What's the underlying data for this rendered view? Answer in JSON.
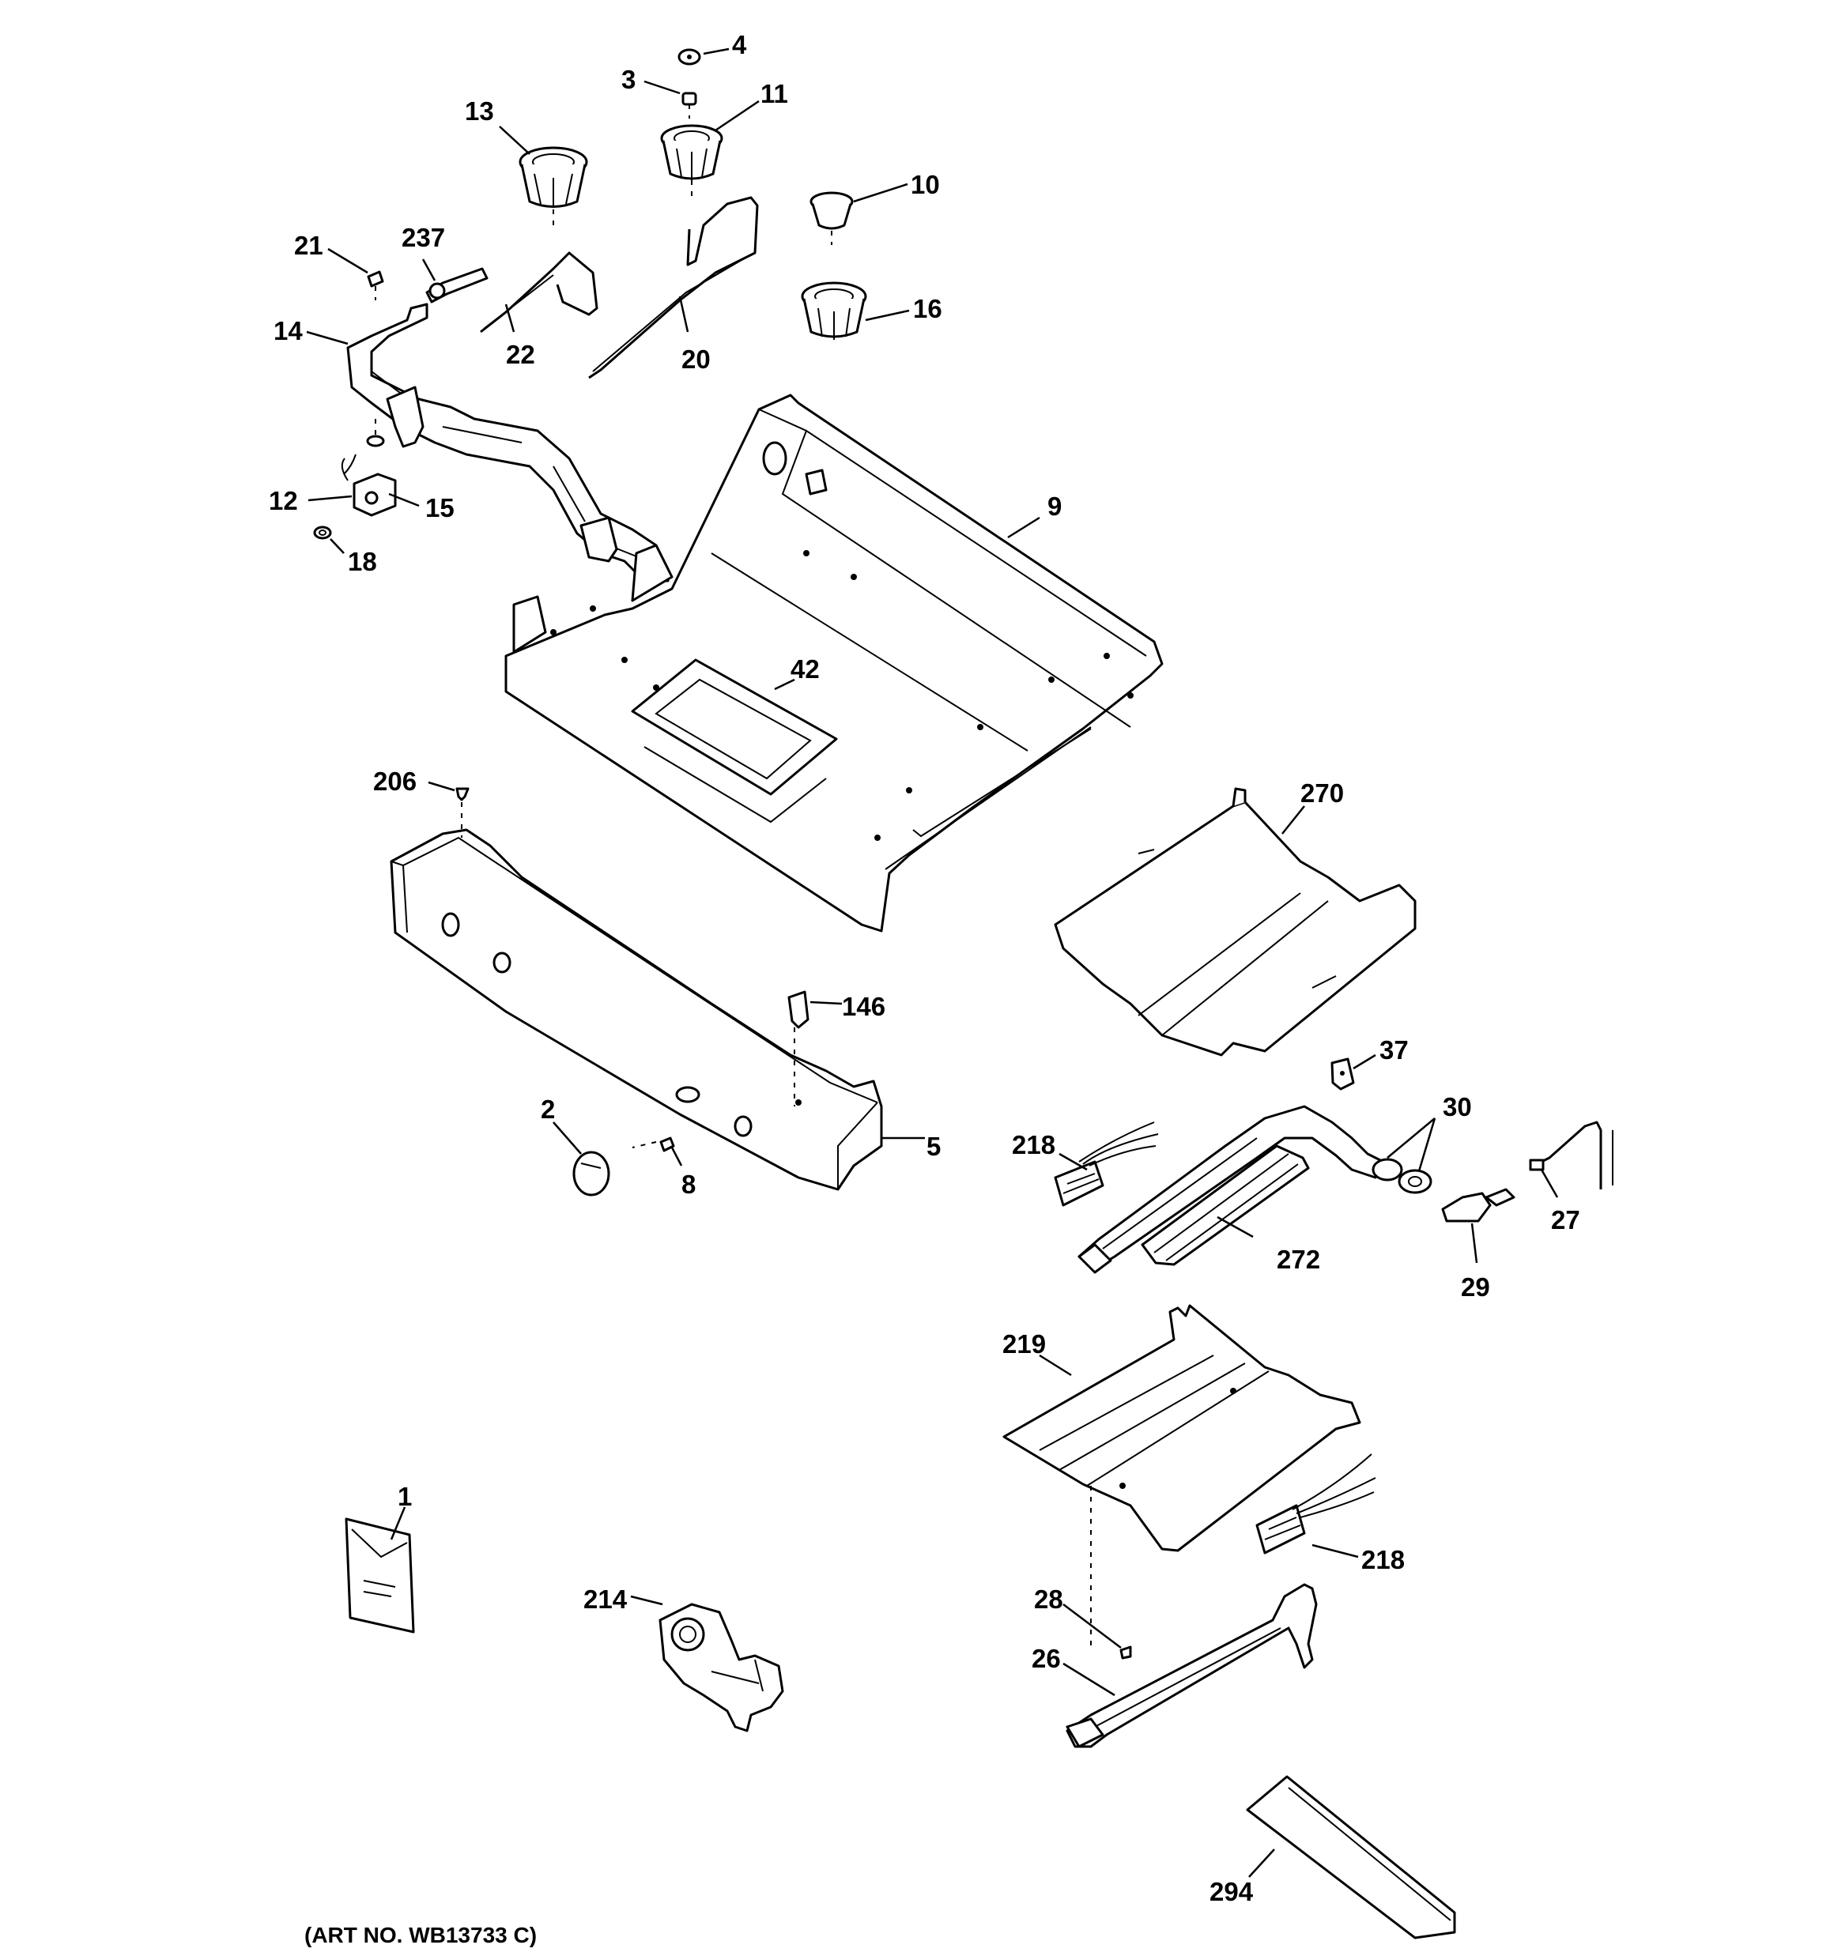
{
  "diagram": {
    "art_number": "(ART NO. WB13733 C)",
    "callouts": {
      "p1": "1",
      "p2": "2",
      "p3": "3",
      "p4": "4",
      "p5": "5",
      "p8": "8",
      "p9": "9",
      "p10": "10",
      "p11": "11",
      "p12": "12",
      "p13": "13",
      "p14": "14",
      "p15": "15",
      "p16": "16",
      "p18": "18",
      "p20": "20",
      "p21": "21",
      "p22": "22",
      "p26": "26",
      "p27": "27",
      "p28": "28",
      "p29": "29",
      "p30": "30",
      "p37": "37",
      "p42": "42",
      "p146": "146",
      "p206": "206",
      "p214": "214",
      "p218a": "218",
      "p218b": "218",
      "p219": "219",
      "p237": "237",
      "p270": "270",
      "p272": "272",
      "p294": "294"
    }
  }
}
